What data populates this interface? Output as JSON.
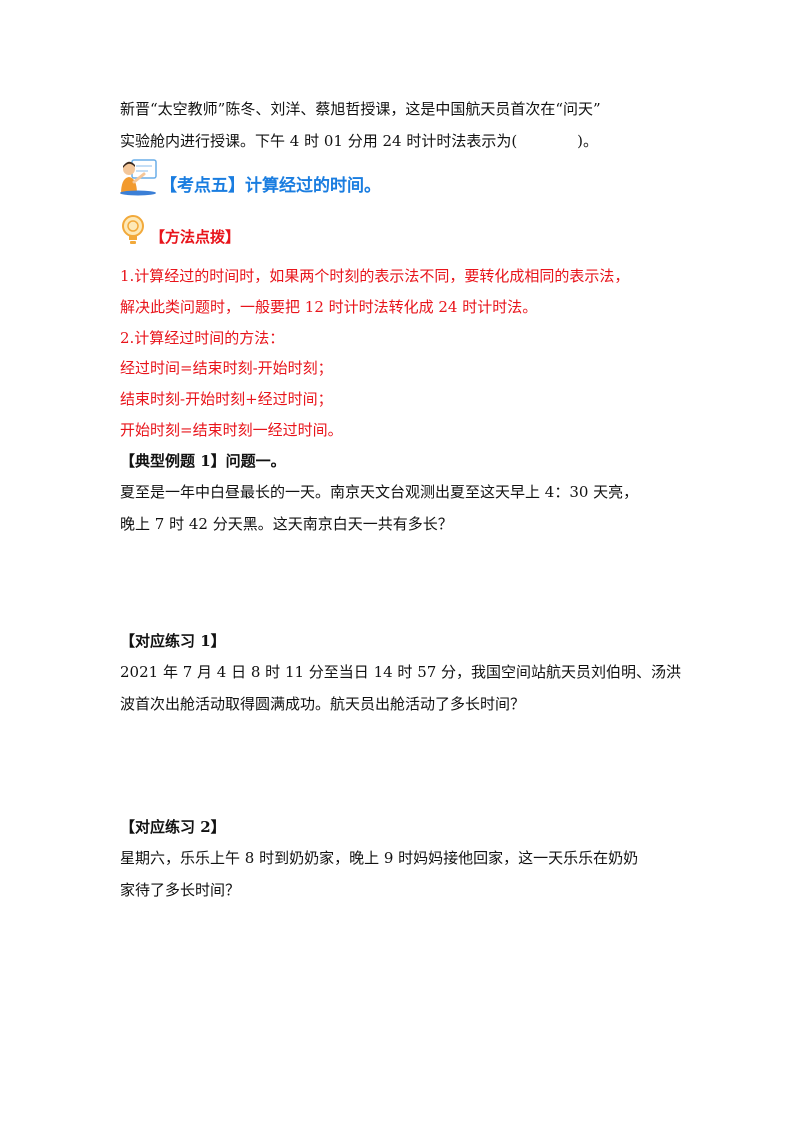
{
  "intro": {
    "line1": "新晋“太空教师”陈冬、刘洋、蔡旭哲授课，这是中国航天员首次在“问天”",
    "line2": "实验舱内进行授课。下午 4 时 01 分用 24 时计时法表示为(　　　　)。"
  },
  "section": {
    "title": "【考点五】计算经过的时间。"
  },
  "method": {
    "title": "【方法点拨】",
    "lines": [
      "1.计算经过的时间时，如果两个时刻的表示法不同，要转化成相同的表示法，",
      "解决此类问题时，一般要把 12 时计时法转化成 24 时计时法。",
      "2.计算经过时间的方法：",
      "经过时间=结束时刻-开始时刻；",
      "结束时刻-开始时刻+经过时间；",
      "开始时刻=结束时刻一经过时间。"
    ]
  },
  "example1": {
    "title": "【典型例题 1】问题一。",
    "line1": "夏至是一年中白昼最长的一天。南京天文台观测出夏至这天早上 4：30 天亮，",
    "line2": "晚上 7 时 42 分天黑。这天南京白天一共有多长？"
  },
  "practice1": {
    "title": "【对应练习 1】",
    "line1": "2021 年 7 月 4 日 8 时 11 分至当日 14 时 57 分，我国空间站航天员刘伯明、汤洪",
    "line2": "波首次出舱活动取得圆满成功。航天员出舱活动了多长时间？"
  },
  "practice2": {
    "title": "【对应练习 2】",
    "line1": "星期六，乐乐上午 8 时到奶奶家，晚上 9 时妈妈接他回家，这一天乐乐在奶奶",
    "line2": "家待了多长时间？"
  },
  "icons": {
    "section": "teacher-at-board-icon",
    "method": "lightbulb-icon"
  }
}
